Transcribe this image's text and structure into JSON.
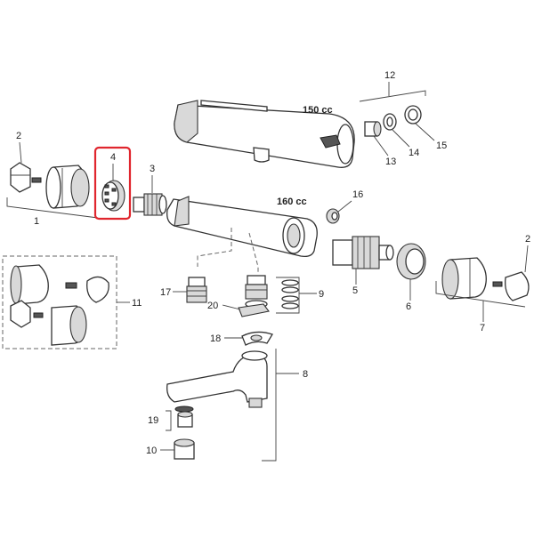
{
  "labels": {
    "cc150": "150 cc",
    "cc160": "160 cc"
  },
  "callouts": {
    "n1": "1",
    "n2a": "2",
    "n2b": "2",
    "n3": "3",
    "n4": "4",
    "n5": "5",
    "n6": "6",
    "n7": "7",
    "n8": "8",
    "n9": "9",
    "n10": "10",
    "n11": "11",
    "n12": "12",
    "n13": "13",
    "n14": "14",
    "n15": "15",
    "n16": "16",
    "n17": "17",
    "n18": "18",
    "n19": "19",
    "n20": "20"
  },
  "highlight_color": "#e0262e"
}
